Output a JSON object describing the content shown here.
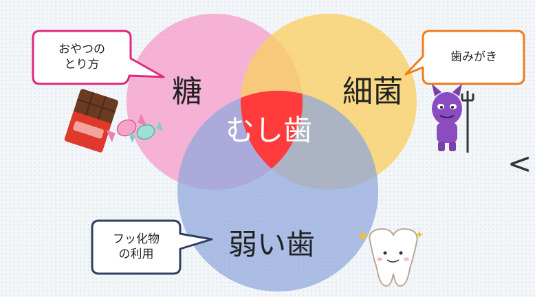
{
  "circles": {
    "sugar": {
      "label": "糖",
      "color": "#f4a6cf"
    },
    "bacteria": {
      "label": "細菌",
      "color": "#f8cf63"
    },
    "weak_teeth": {
      "label": "弱い歯",
      "color": "#8fa6dd"
    }
  },
  "center": {
    "label": "むし歯",
    "color": "#ff3b3b"
  },
  "callouts": {
    "snack": {
      "text": "おやつの\nとり方",
      "border": "#e0287a"
    },
    "brushing": {
      "text": "歯みがき",
      "border": "#f07a1c"
    },
    "fluoride": {
      "text": "フッ化物\nの利用",
      "border": "#2f3f63"
    }
  },
  "extra_symbol": "<"
}
